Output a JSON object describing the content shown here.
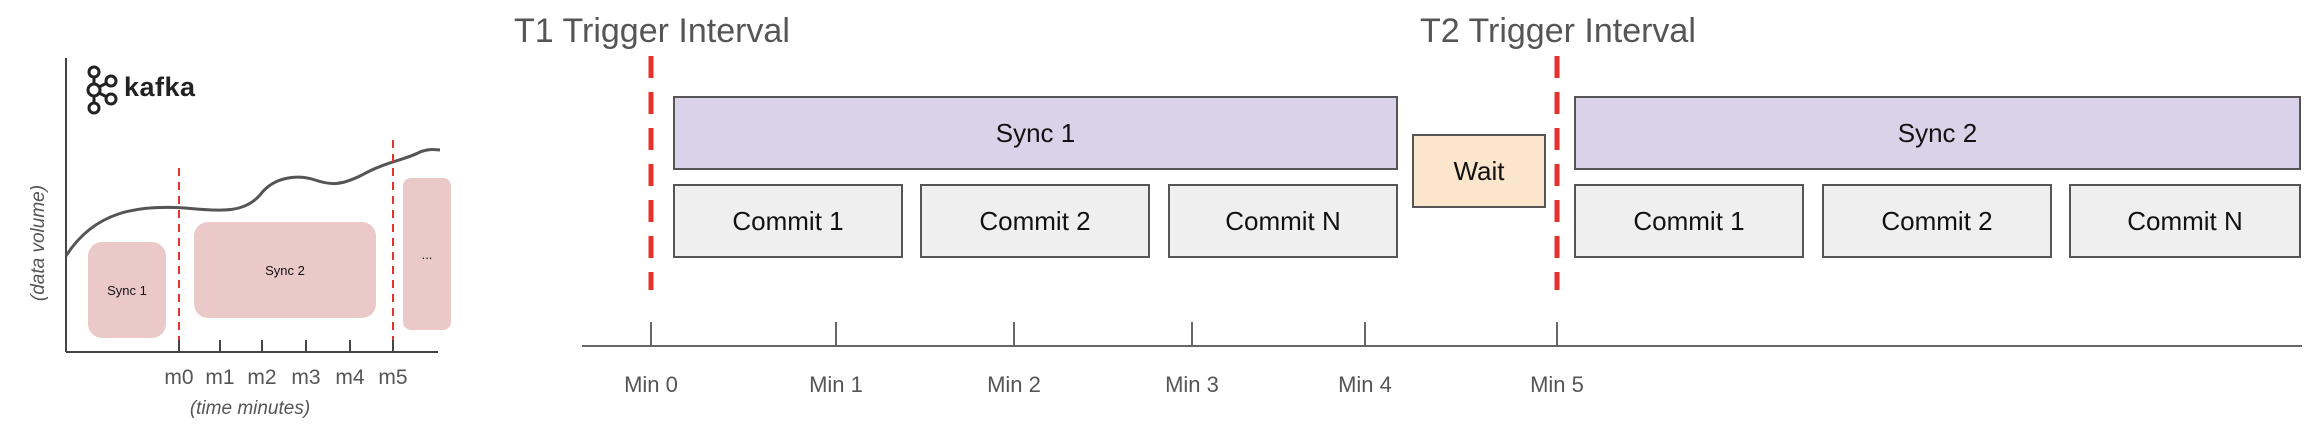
{
  "left_chart": {
    "logo_text": "kafka",
    "ylabel": "(data volume)",
    "xlabel": "(time minutes)",
    "ticks": [
      "m0",
      "m1",
      "m2",
      "m3",
      "m4",
      "m5"
    ],
    "boxes": [
      "Sync 1",
      "Sync 2",
      "..."
    ],
    "colors": {
      "box": "#ebc9c9",
      "divider": "#e5322d",
      "curve": "#555555"
    }
  },
  "timeline": {
    "triggers": [
      "T1 Trigger Interval",
      "T2 Trigger Interval"
    ],
    "sync_labels": [
      "Sync 1",
      "Sync 2"
    ],
    "commit_labels_1": [
      "Commit 1",
      "Commit 2",
      "Commit N"
    ],
    "commit_labels_2": [
      "Commit 1",
      "Commit 2",
      "Commit N"
    ],
    "wait_label": "Wait",
    "ticks": [
      "Min 0",
      "Min 1",
      "Min 2",
      "Min 3",
      "Min 4",
      "Min 5"
    ],
    "colors": {
      "sync": "#d9d2e9",
      "commit": "#efefef",
      "wait": "#fbe5cd",
      "trigger_line": "#e5322d",
      "axis": "#666666"
    }
  }
}
